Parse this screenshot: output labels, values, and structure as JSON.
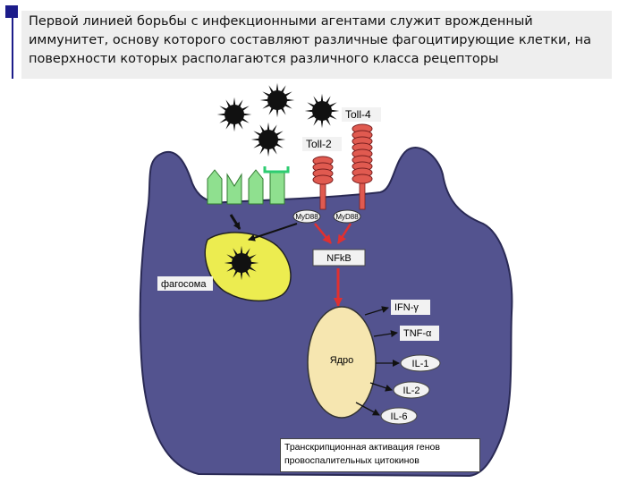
{
  "header": {
    "text": "Первой линией борьбы с инфекционными агентами служит врожденный иммунитет, основу которого составляют различные фагоцитирующие клетки, на поверхности которых располагаются различного класса рецепторы"
  },
  "labels": {
    "toll4": "Toll-4",
    "toll2": "Toll-2",
    "myd88_left": "MyD88",
    "myd88_right": "MyD88",
    "nfkb": "NFkB",
    "phagosome": "фагосома",
    "nucleus": "Ядро",
    "ifn": "IFN-γ",
    "tnf": "TNF-α",
    "il1": "IL-1",
    "il2": "IL-2",
    "il6": "IL-6"
  },
  "caption": {
    "text": "Транскрипционная активация генов провоспалительных цитокинов"
  },
  "colors": {
    "cell": "#53538f",
    "cell_outline": "#2a2a55",
    "phagosome": "#ecec50",
    "nucleus": "#f6e6b0",
    "receptor": "#e05a50",
    "receptor_green": "#8fe08f",
    "arrow_red": "#e03030",
    "pathogen": "#111111",
    "label_box": "#f2f2f2"
  }
}
